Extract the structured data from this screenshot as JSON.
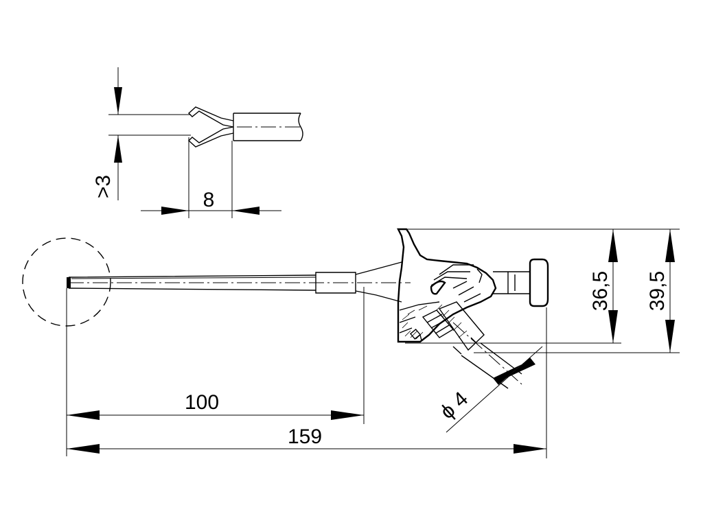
{
  "dimensions": {
    "tip_opening": ">3",
    "tip_length": "8",
    "shaft_length": "100",
    "total_length": "159",
    "height_inner": "36,5",
    "height_outer": "39,5",
    "cable_diameter": "ϕ 4"
  }
}
